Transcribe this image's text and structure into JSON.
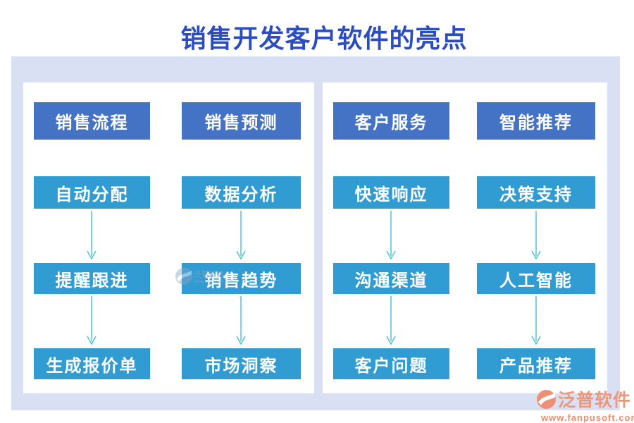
{
  "title": "销售开发客户软件的亮点",
  "columns": [
    {
      "id": "sales-process-flow",
      "items": [
        "销售流程",
        "自动分配",
        "提醒跟进",
        "生成报价单"
      ]
    },
    {
      "id": "sales-forecast-flow",
      "items": [
        "销售预测",
        "数据分析",
        "销售趋势",
        "市场洞察"
      ]
    },
    {
      "id": "customer-service-flow",
      "items": [
        "客户服务",
        "快速响应",
        "沟通渠道",
        "客户问题"
      ]
    },
    {
      "id": "smart-recommendation-flow",
      "items": [
        "智能推荐",
        "决策支持",
        "人工智能",
        "产品推荐"
      ]
    }
  ],
  "watermark": {
    "brand": "泛普软件",
    "url": "www.fanpusoft.com"
  },
  "colors": {
    "title_text": "#2B4DC0",
    "board_background": "#D9E0F3",
    "panel_background": "#FFFFFF",
    "node_row1_fill": "#4472C4",
    "node_other_rows_fill": "#319CD2",
    "node_text": "#FFFFFF",
    "arrow_stroke": "#4FC4D6",
    "brand_text": "#EE9678"
  }
}
